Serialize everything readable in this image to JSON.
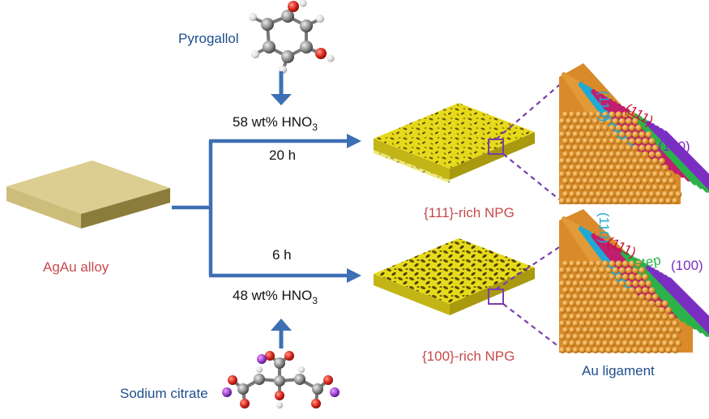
{
  "reagents": {
    "top": "Pyrogallol",
    "bottom": "Sodium citrate"
  },
  "conditions": {
    "upper_acid": "58 wt% HNO",
    "upper_acid_sub": "3",
    "upper_time": "20 h",
    "lower_time": "6 h",
    "lower_acid": "48 wt% HNO",
    "lower_acid_sub": "3"
  },
  "start_material": "AgAu alloy",
  "products": {
    "upper": "{111}-rich NPG",
    "lower": "{100}-rich NPG"
  },
  "facets": {
    "upper": {
      "f110": "(110)",
      "f111": "(111)",
      "f100": "(100)"
    },
    "lower": {
      "f110": "(110)",
      "f111": "(111)",
      "step": "Step",
      "f100": "(100)"
    }
  },
  "ligament_label": "Au ligament",
  "colors": {
    "arrow": "#3d6fb4",
    "slab": "#d9cb93",
    "npg": "#e4d81a",
    "facet110": "#1fa9d6",
    "facet111": "#c01e6e",
    "facet100": "#7b2fc2",
    "step": "#2bb24a",
    "gold_atom": "#e19a35",
    "dashed": "#7a3fa7"
  }
}
